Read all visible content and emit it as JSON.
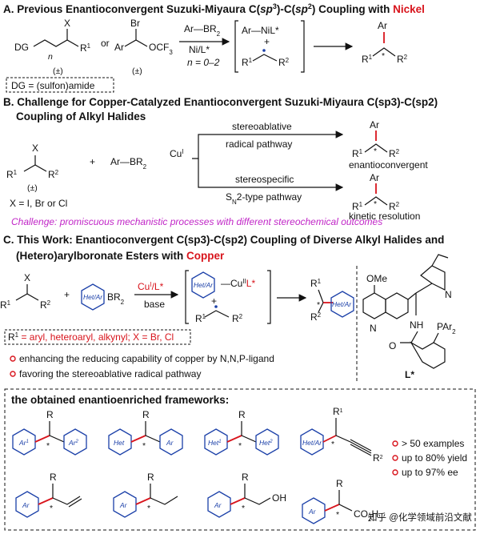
{
  "section_a": {
    "title_prefix": "A. Previous Enantioconvergent Suzuki-Miyaura C(",
    "sp3": "sp",
    "title_mid": ")-C(",
    "title_suffix": ") Coupling with ",
    "metal": "Nickel",
    "dg": "DG",
    "x": "X",
    "n": "n",
    "r1": "R",
    "or": "or",
    "br": "Br",
    "ocf3": "OCF",
    "pm": "(±)",
    "reagent_top": "Ar—BR",
    "reagent_mid": "Ni/L*",
    "reagent_bot": "n = 0–2",
    "inter_top": "Ar—NiL*",
    "plus": "+",
    "r2": "R",
    "dg_box": "DG = (sulfon)amide",
    "ar": "Ar"
  },
  "section_b": {
    "title_line1": "B. Challenge for Copper-Catalyzed Enantioconvergent Suzuki-Miyaura C(sp3)-C(sp2)",
    "title_line2": "Coupling of Alkyl Halides",
    "x": "X",
    "plus": "+",
    "arbr": "Ar—BR",
    "cu": "Cu",
    "cu_sup": "I",
    "path1_top": "stereoablative",
    "path1_bot": "radical pathway",
    "path2_top": "stereospecific",
    "path2_bot": "S",
    "path2_bot2": "2-type pathway",
    "outcome1": "enantioconvergent",
    "outcome2": "kinetic resolution",
    "halides": "X = I, Br or Cl",
    "challenge": "Challenge: promiscuous mechanistic processes with different stereochemical outcomes"
  },
  "section_c": {
    "title_line1": "C. This Work: Enantioconvergent C(sp3)-C(sp2) Coupling of Diverse Alkyl Halides and",
    "title_line2_prefix": "(Hetero)arylboronate Esters with ",
    "metal": "Copper",
    "cat": "Cu",
    "cat2": "/L*",
    "base": "base",
    "boron": "BR",
    "het_ar": "Het/Ar",
    "cu_ii": "Cu",
    "cu_ii_tail": "L*",
    "r_box": "R",
    "r_box_text": " = aryl, heteroaryl, alkynyl; X = Br, Cl",
    "bullet1": "enhancing the reducing capability of copper by N,N,P-ligand",
    "bullet2": "favoring the stereoablative radical pathway",
    "ome": "OMe",
    "n_atom": "N",
    "nh": "NH",
    "o_atom": "O",
    "par2": "PAr",
    "lstar": "L*"
  },
  "frameworks": {
    "title": "the obtained enantioenriched frameworks:",
    "rings": [
      "Ar",
      "Ar",
      "Het",
      "Ar",
      "Het",
      "Het",
      "Het/Ar",
      "Ar",
      "Ar",
      "Ar",
      "Ar"
    ],
    "stats": [
      "> 50 examples",
      "up to 80% yield",
      "up to 97% ee"
    ],
    "oh": "OH",
    "co2h": "CO",
    "watermark": "知乎 @化学领域前沿文献"
  },
  "colors": {
    "red": "#d8141c",
    "magenta": "#c126c7",
    "blue": "#1a3fa8"
  }
}
